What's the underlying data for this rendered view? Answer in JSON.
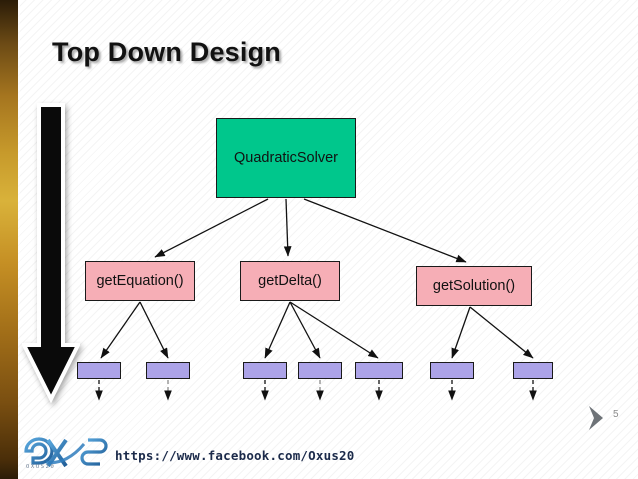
{
  "slide": {
    "title": "Top Down Design",
    "page_number": "5",
    "footer_url": "https://www.facebook.com/Oxus20",
    "logo_subtext": "OXUS20",
    "colors": {
      "root_fill": "#00c78c",
      "level2_fill": "#f6aeb6",
      "leaf_fill": "#aca3e8",
      "node_stroke": "#1a1a1a",
      "title_color": "#121212",
      "url_color": "#1b2a4a",
      "accent_strip": "#c79a2b",
      "chevron_color": "#6e7378",
      "page_number_color": "#8b8b8b"
    }
  },
  "diagram": {
    "root": {
      "label": "QuadraticSolver"
    },
    "level2": [
      {
        "label": "getEquation()",
        "children": 2
      },
      {
        "label": "getDelta()",
        "children": 3
      },
      {
        "label": "getSolution()",
        "children": 2
      }
    ],
    "leaves": [
      {
        "label": ""
      },
      {
        "label": ""
      },
      {
        "label": ""
      },
      {
        "label": ""
      },
      {
        "label": ""
      },
      {
        "label": ""
      },
      {
        "label": ""
      }
    ]
  },
  "icons": {
    "big_down_arrow": "arrow-down-icon",
    "chevron_next": "chevron-right-icon",
    "brand": "oxus20-logo-icon"
  }
}
